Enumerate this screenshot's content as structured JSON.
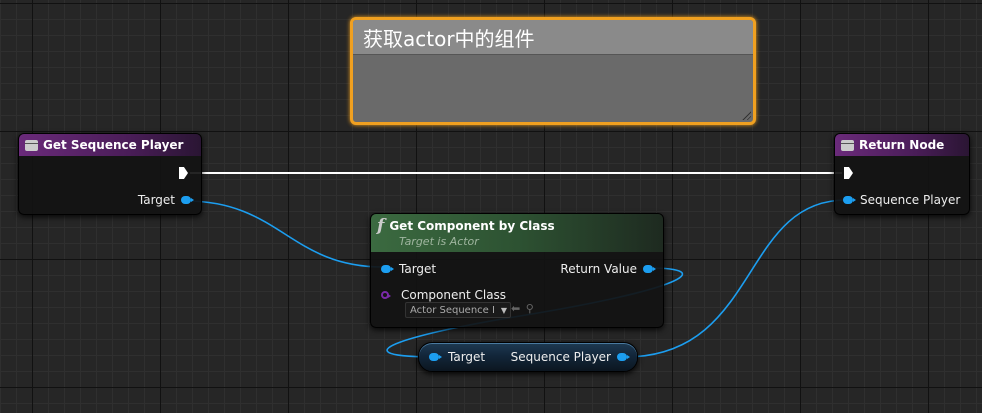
{
  "comment": {
    "title": "获取actor中的组件"
  },
  "nodes": {
    "get_sequence_player": {
      "title": "Get Sequence Player",
      "pin_target": "Target"
    },
    "return_node": {
      "title": "Return Node",
      "pin_sequence_player": "Sequence Player"
    },
    "get_component_by_class": {
      "title": "Get Component by Class",
      "subtitle": "Target is Actor",
      "pin_target": "Target",
      "pin_return_value": "Return Value",
      "pin_component_class": "Component Class",
      "component_class_value": "Actor Sequence I"
    },
    "cast_node": {
      "pin_target": "Target",
      "pin_sequence_player": "Sequence Player"
    }
  },
  "colors": {
    "object_pin": "#1c9ef0",
    "exec_wire": "#ffffff",
    "comment_border": "#f0a020",
    "function_header": "#3b6a40",
    "event_header": "#6a2a7a"
  },
  "icons": {
    "function": "function-icon",
    "node": "node-icon"
  }
}
